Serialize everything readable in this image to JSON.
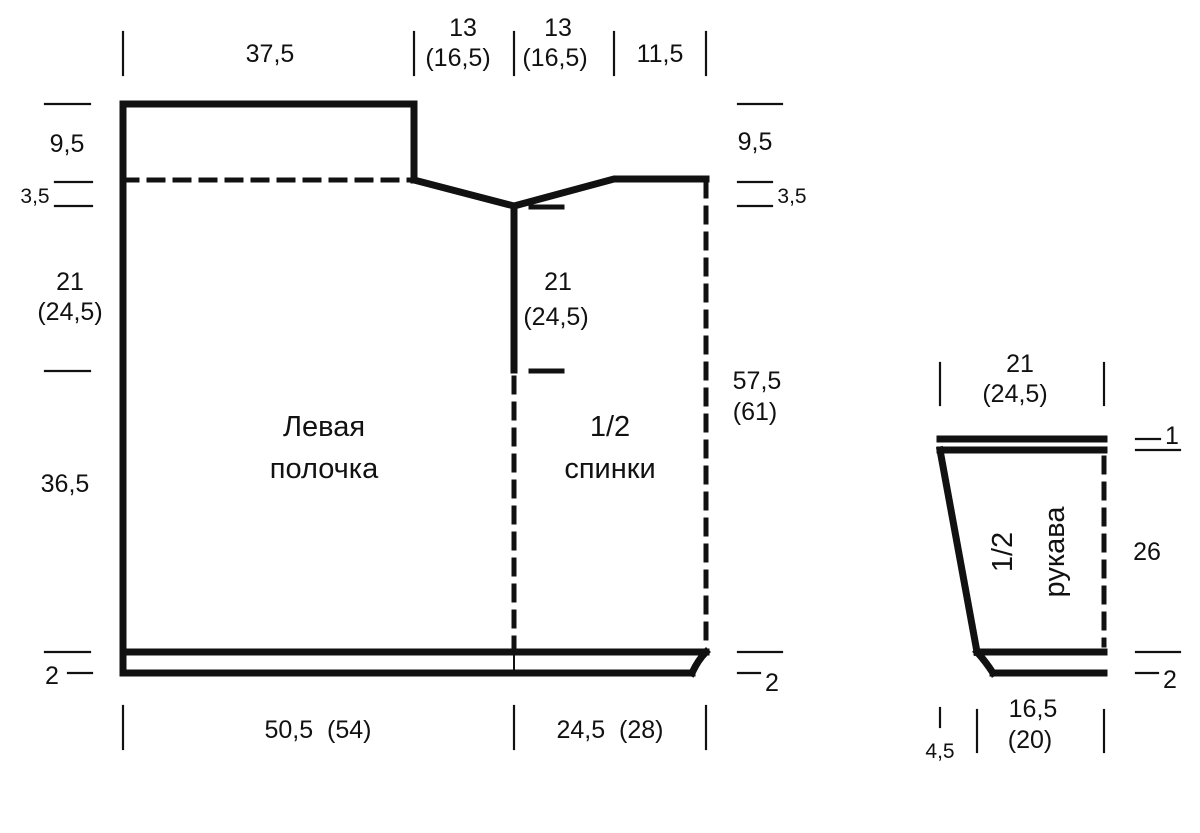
{
  "pieces": {
    "front": {
      "name_line1": "Левая",
      "name_line2": "полочка"
    },
    "back": {
      "name_line1": "1/2",
      "name_line2": "спинки"
    },
    "sleeve": {
      "name_line1": "1/2",
      "name_line2": "рукава"
    }
  },
  "dimensions": {
    "top_front_width": "37,5",
    "top_neck_front_a": "13",
    "top_neck_front_b": "(16,5)",
    "top_neck_back_a": "13",
    "top_neck_back_b": "(16,5)",
    "top_shoulder_back": "11,5",
    "left_top": "9,5",
    "left_slope": "3,5",
    "left_armhole_a": "21",
    "left_armhole_b": "(24,5)",
    "left_body": "36,5",
    "left_hem": "2",
    "center_armhole_a": "21",
    "center_armhole_b": "(24,5)",
    "right_top": "9,5",
    "right_slope": "3,5",
    "right_length_a": "57,5",
    "right_length_b": "(61)",
    "right_hem": "2",
    "bottom_front": "50,5  (54)",
    "bottom_back": "24,5  (28)",
    "sleeve_top_a": "21",
    "sleeve_top_b": "(24,5)",
    "sleeve_top_band": "1",
    "sleeve_length": "26",
    "sleeve_cuff": "2",
    "sleeve_bottom_a": "16,5",
    "sleeve_bottom_b": "(20)",
    "sleeve_bottom_offset": "4,5"
  }
}
